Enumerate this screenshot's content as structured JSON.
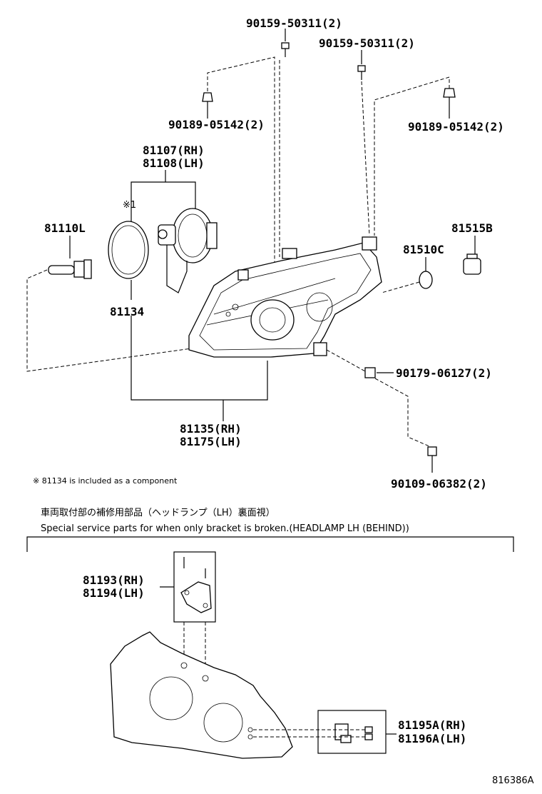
{
  "labels": {
    "bolt_left": "90159-50311(2)",
    "bolt_right": "90159-50311(2)",
    "clip_left": "90189-05142(2)",
    "clip_right": "90189-05142(2)",
    "unit_rh": "81107(RH)",
    "unit_lh": "81108(LH)",
    "note_mark": "※1",
    "bulb": "81110L",
    "gasket": "81134",
    "sock": "81515B",
    "cap": "81510C",
    "assy_rh": "81135(RH)",
    "assy_lh": "81175(LH)",
    "nut": "90179-06127(2)",
    "screw": "90109-06382(2)",
    "bracket_upper_rh": "81193(RH)",
    "bracket_upper_lh": "81194(LH)",
    "bracket_lower_rh": "81195A(RH)",
    "bracket_lower_lh": "81196A(LH)",
    "diagram_code": "816386A"
  },
  "footnote": "※ 81134 is included as a component",
  "section_title_jp": "車両取付部の補修用部品（ヘッドランプ（LH）裏面視）",
  "section_title_en": "Special service parts for when only bracket is broken.(HEADLAMP LH (BEHIND))"
}
